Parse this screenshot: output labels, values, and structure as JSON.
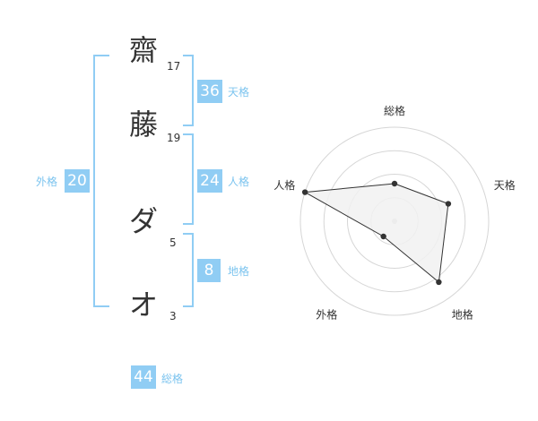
{
  "colors": {
    "accent": "#90cdf4",
    "label": "#7cc4ef",
    "text": "#333333",
    "grid": "#d6d6d6",
    "radar_fill": "#f1f1f1",
    "radar_line": "#333333"
  },
  "name": {
    "chars": [
      {
        "char": "齋",
        "strokes": "17"
      },
      {
        "char": "藤",
        "strokes": "19"
      },
      {
        "char": "ダ",
        "strokes": "5"
      },
      {
        "char": "オ",
        "strokes": "3"
      }
    ]
  },
  "kakusu": {
    "tenkaku": {
      "value": "36",
      "label": "天格"
    },
    "jinkaku": {
      "value": "24",
      "label": "人格"
    },
    "chikaku": {
      "value": "8",
      "label": "地格"
    },
    "gaikaku": {
      "value": "20",
      "label": "外格"
    },
    "soukaku": {
      "value": "44",
      "label": "総格"
    }
  },
  "chart_data": {
    "type": "radar",
    "axes": [
      "総格",
      "天格",
      "地格",
      "外格",
      "人格"
    ],
    "rings": 4,
    "max": 5,
    "values": [
      2,
      3,
      4,
      1,
      5
    ]
  }
}
